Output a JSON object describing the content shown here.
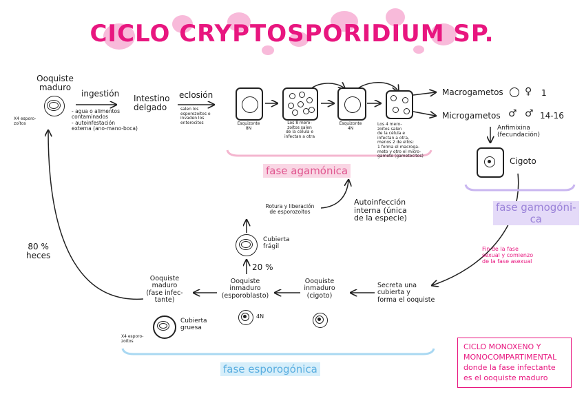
{
  "title": "CICLO CRYPTOSPORIDIUM SP.",
  "colors": {
    "accent": "#e8167f",
    "splash": "#f5a3cd",
    "agamonic": "#f4b6cf",
    "gamogonic": "#c9b6f0",
    "sporogonic": "#a9d8f2"
  },
  "labels": {
    "ooquiste_maduro": "Ooquiste\nmaduro",
    "x4_top": "X4 esporo-\nzoítos",
    "ingestion": "ingestión",
    "ingestion_items": "- agua o alimentos\n  contaminados\n- autoinfestación\n  externa (ano-mano-boca)",
    "intestino": "Intestino\ndelgado",
    "eclosion": "eclosión",
    "eclosion_desc": "salen los\nesporozoitos e\ninvaden los\nenterocitos",
    "esquizonte_8n": "Esquizonte\n8N",
    "merozoitos_8": "Los 8 mero-\nzoítos salen\nde la célula e\ninfectan a otra",
    "esquizonte_4n": "Esquizonte\n4N",
    "merozoitos_4": "Los 4 mero-\nzoítos salen\nde la célula e\ninfectan a otra,\nmenos 2 de ellos:\n1 forma el macroga-\nmeto y otro el micro-\ngameto (gametocitos)",
    "macrogametos": "Macrogametos",
    "macro_count": "1",
    "microgametos": "Microgametos",
    "micro_count": "14-16",
    "female_sym": "♀",
    "male_sym": "♂",
    "anfimixina": "Anfimixina\n(fecundación)",
    "cigoto": "Cigoto",
    "rotura": "Rotura y liberación\nde esporozoitos",
    "autoinfeccion": "Autoinfección\ninterna (única\nde la especie)",
    "cubierta_fragil": "Cubierta\nfrágil",
    "pct20": "20 %",
    "pct80": "80 %\nheces",
    "ooq_maduro_inf": "Ooquiste\nmaduro\n(fase infec-\ntante)",
    "ooq_inmaduro_esp": "Ooquiste\ninmaduro\n(esporoblasto)",
    "ooq_inmaduro_cig": "Ooquiste\ninmaduro\n(cigoto)",
    "secreta": "Secreta una\ncubierta y\nforma el ooquiste",
    "cuatro_n": "4N",
    "cubierta_gruesa": "Cubierta\ngruesa",
    "x4_bottom": "X4 esporo-\nzoítos",
    "fin_fase": "Fin de la fase\nsexual y comienzo\nde la fase asexual"
  },
  "phases": {
    "agamonica": "fase agamónica",
    "gamogonica": "fase gamogóni-\nca",
    "esporogonica": "fase esporogónica"
  },
  "note": "CICLO MONOXENO Y\nMONOCOMPARTIMENTAL\ndonde la fase infectante\nes el ooquiste maduro"
}
